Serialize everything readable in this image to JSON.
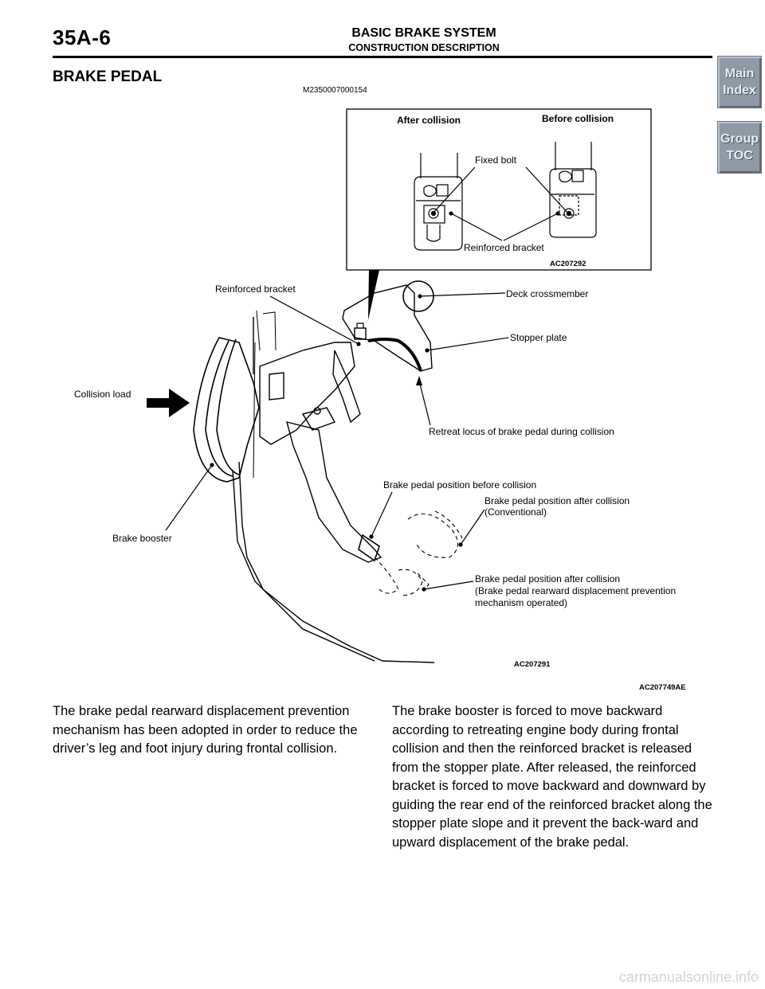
{
  "header": {
    "page_number": "35A-6",
    "title": "BASIC BRAKE SYSTEM",
    "subtitle": "CONSTRUCTION DESCRIPTION"
  },
  "nav": {
    "main_index": [
      "Main",
      "Index"
    ],
    "group_toc": [
      "Group",
      "TOC"
    ]
  },
  "section": {
    "heading": "BRAKE PEDAL",
    "doc_id": "M2350007000154"
  },
  "figure": {
    "inset": {
      "after_collision": "After collision",
      "before_collision": "Before collision",
      "fixed_bolt": "Fixed bolt",
      "reinforced_bracket": "Reinforced bracket",
      "code": "AC207292"
    },
    "labels": {
      "reinforced_bracket": "Reinforced bracket",
      "deck_crossmember": "Deck crossmember",
      "stopper_plate": "Stopper plate",
      "collision_load": "Collision load",
      "retreat_locus": "Retreat locus of brake pedal during collision",
      "pedal_before": "Brake pedal position before collision",
      "pedal_after_conv_1": "Brake pedal position after collision",
      "pedal_after_conv_2": "(Conventional)",
      "brake_booster": "Brake booster",
      "pedal_after_mech_1": "Brake pedal position after collision",
      "pedal_after_mech_2": "(Brake pedal rearward displacement prevention",
      "pedal_after_mech_3": "mechanism operated)",
      "code_main": "AC207291",
      "code_overall": "AC207749AE"
    }
  },
  "body": {
    "left": "The brake pedal rearward displacement prevention mechanism has been adopted in order to reduce the driver’s leg and foot injury during frontal collision.",
    "right": "The brake booster is forced to move backward according to retreating engine body during frontal collision and then the reinforced bracket is released from the stopper plate. After released, the reinforced bracket is forced to move backward and downward by guiding the rear end of the reinforced bracket along the stopper plate slope and it prevent the back-ward and upward displacement of the brake pedal."
  },
  "footer": {
    "watermark": "carmanualsonline.info"
  }
}
